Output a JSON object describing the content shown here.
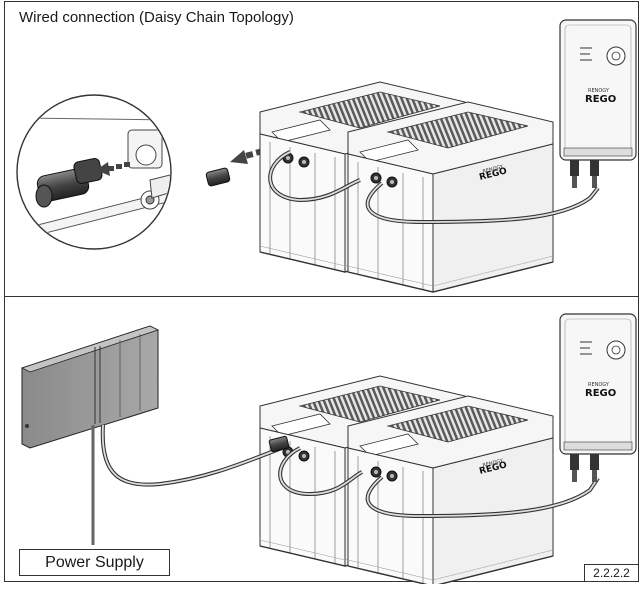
{
  "top_panel": {
    "title": "Wired connection (Daisy Chain Topology)"
  },
  "bottom_panel": {
    "power_supply_label": "Power Supply"
  },
  "figure_number": "2.2.2.2",
  "device": {
    "brand_small": "RENOGY",
    "model": "REGO"
  },
  "battery": {
    "brand_small": "RENOGY",
    "model": "REGO"
  }
}
